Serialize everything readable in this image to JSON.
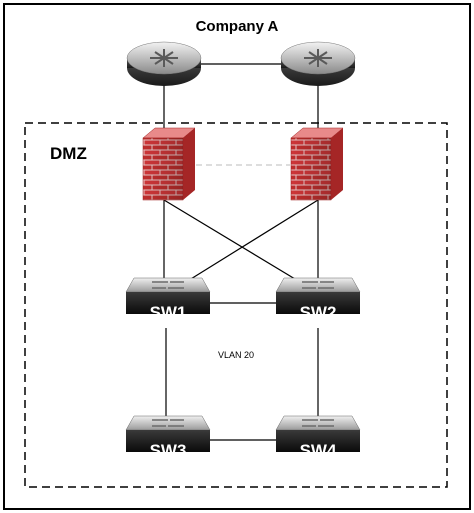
{
  "diagram": {
    "title": "Company A",
    "zone_label": "DMZ",
    "vlan_label": "VLAN 20",
    "nodes": {
      "router1": {
        "type": "router"
      },
      "router2": {
        "type": "router"
      },
      "firewall1": {
        "type": "firewall"
      },
      "firewall2": {
        "type": "firewall"
      },
      "sw1": {
        "type": "switch",
        "label": "SW1"
      },
      "sw2": {
        "type": "switch",
        "label": "SW2"
      },
      "sw3": {
        "type": "switch",
        "label": "SW3"
      },
      "sw4": {
        "type": "switch",
        "label": "SW4"
      }
    },
    "links": [
      {
        "from": "router1",
        "to": "router2",
        "style": "solid"
      },
      {
        "from": "router1",
        "to": "firewall1",
        "style": "solid"
      },
      {
        "from": "router2",
        "to": "firewall2",
        "style": "solid"
      },
      {
        "from": "firewall1",
        "to": "firewall2",
        "style": "dashed"
      },
      {
        "from": "firewall1",
        "to": "sw1",
        "style": "solid"
      },
      {
        "from": "firewall1",
        "to": "sw2",
        "style": "solid"
      },
      {
        "from": "firewall2",
        "to": "sw1",
        "style": "solid"
      },
      {
        "from": "firewall2",
        "to": "sw2",
        "style": "solid"
      },
      {
        "from": "sw1",
        "to": "sw2",
        "style": "solid"
      },
      {
        "from": "sw1",
        "to": "sw3",
        "style": "solid"
      },
      {
        "from": "sw2",
        "to": "sw4",
        "style": "solid"
      },
      {
        "from": "sw3",
        "to": "sw4",
        "style": "solid"
      }
    ],
    "colors": {
      "firewall_brick": "#d9393b",
      "firewall_mortar": "#f4d2d2",
      "switch_body": "#1c1c1c",
      "router_body": "#3a3a3a"
    }
  }
}
